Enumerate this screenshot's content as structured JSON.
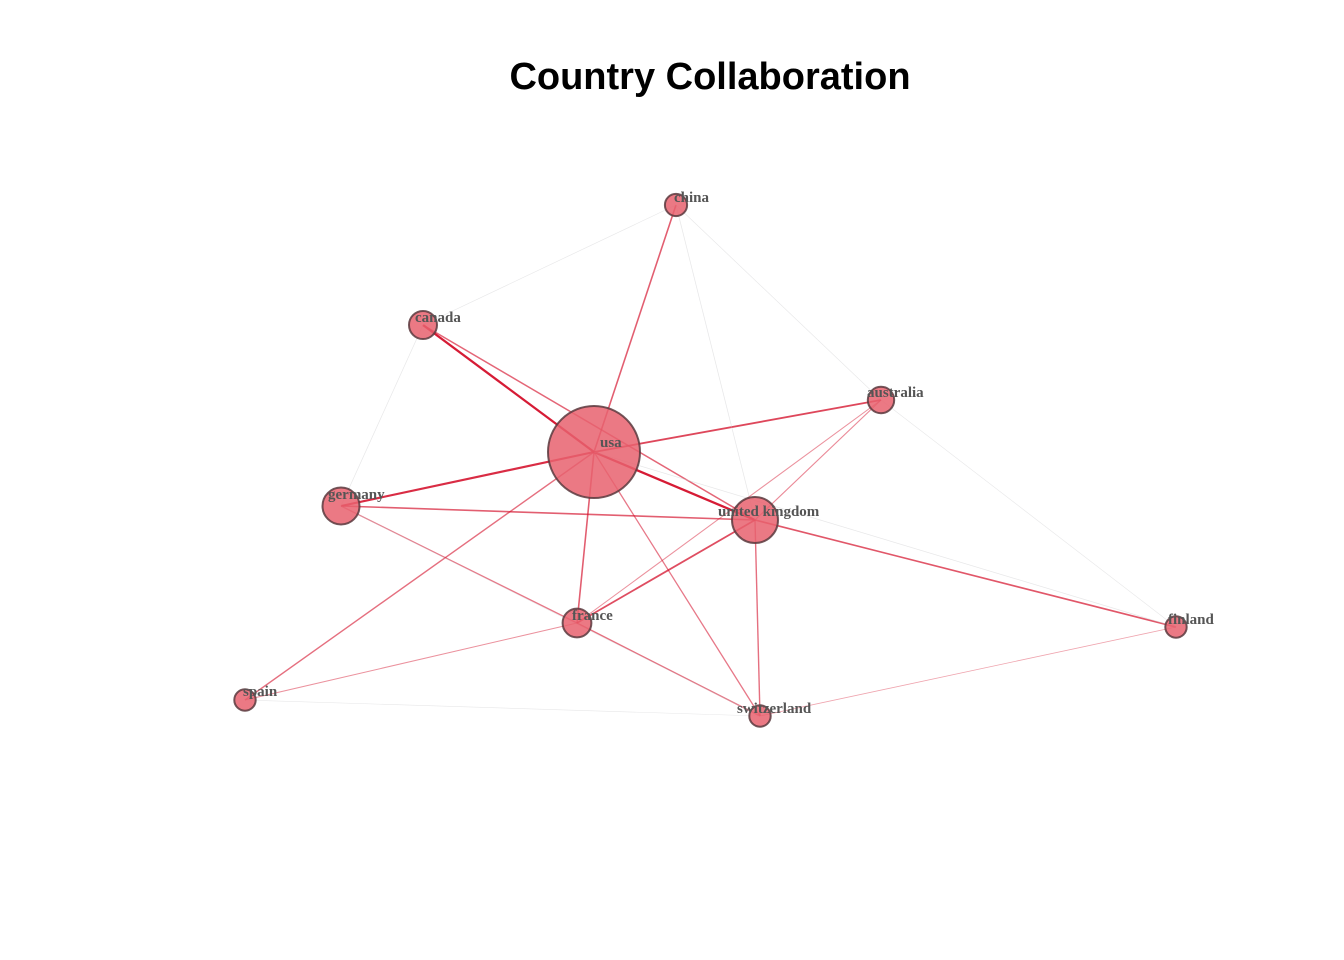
{
  "title": "Country Collaboration",
  "colors": {
    "node_fill": "#e8626f",
    "node_stroke": "#5a3a3e",
    "edge": "#d40f2a",
    "label": "#555555"
  },
  "nodes": [
    {
      "id": "usa",
      "label": "usa",
      "size": 1.0
    },
    {
      "id": "united-kingdom",
      "label": "united kingdom",
      "size": 0.44
    },
    {
      "id": "germany",
      "label": "germany",
      "size": 0.33
    },
    {
      "id": "canada",
      "label": "canada",
      "size": 0.22
    },
    {
      "id": "france",
      "label": "france",
      "size": 0.23
    },
    {
      "id": "australia",
      "label": "australia",
      "size": 0.2
    },
    {
      "id": "china",
      "label": "china",
      "size": 0.15
    },
    {
      "id": "finland",
      "label": "finland",
      "size": 0.14
    },
    {
      "id": "switzerland",
      "label": "switzerland",
      "size": 0.14
    },
    {
      "id": "spain",
      "label": "spain",
      "size": 0.14
    }
  ],
  "edges": [
    {
      "source": "usa",
      "target": "canada",
      "weight": 1.0
    },
    {
      "source": "usa",
      "target": "united-kingdom",
      "weight": 1.0
    },
    {
      "source": "usa",
      "target": "germany",
      "weight": 0.9
    },
    {
      "source": "usa",
      "target": "australia",
      "weight": 0.75
    },
    {
      "source": "usa",
      "target": "china",
      "weight": 0.6
    },
    {
      "source": "usa",
      "target": "france",
      "weight": 0.6
    },
    {
      "source": "usa",
      "target": "spain",
      "weight": 0.5
    },
    {
      "source": "usa",
      "target": "switzerland",
      "weight": 0.45
    },
    {
      "source": "united-kingdom",
      "target": "germany",
      "weight": 0.6
    },
    {
      "source": "united-kingdom",
      "target": "france",
      "weight": 0.7
    },
    {
      "source": "united-kingdom",
      "target": "finland",
      "weight": 0.65
    },
    {
      "source": "united-kingdom",
      "target": "canada",
      "weight": 0.55
    },
    {
      "source": "united-kingdom",
      "target": "switzerland",
      "weight": 0.5
    },
    {
      "source": "united-kingdom",
      "target": "australia",
      "weight": 0.35
    },
    {
      "source": "united-kingdom",
      "target": "china",
      "weight": 0.12
    },
    {
      "source": "germany",
      "target": "france",
      "weight": 0.45
    },
    {
      "source": "germany",
      "target": "canada",
      "weight": 0.1
    },
    {
      "source": "france",
      "target": "switzerland",
      "weight": 0.5
    },
    {
      "source": "france",
      "target": "spain",
      "weight": 0.3
    },
    {
      "source": "france",
      "target": "australia",
      "weight": 0.3
    },
    {
      "source": "switzerland",
      "target": "finland",
      "weight": 0.18
    },
    {
      "source": "canada",
      "target": "china",
      "weight": 0.08
    },
    {
      "source": "australia",
      "target": "china",
      "weight": 0.08
    },
    {
      "source": "usa",
      "target": "finland",
      "weight": 0.12
    },
    {
      "source": "spain",
      "target": "switzerland",
      "weight": 0.05
    },
    {
      "source": "germany",
      "target": "switzerland",
      "weight": 0.05
    },
    {
      "source": "australia",
      "target": "finland",
      "weight": 0.06
    }
  ]
}
